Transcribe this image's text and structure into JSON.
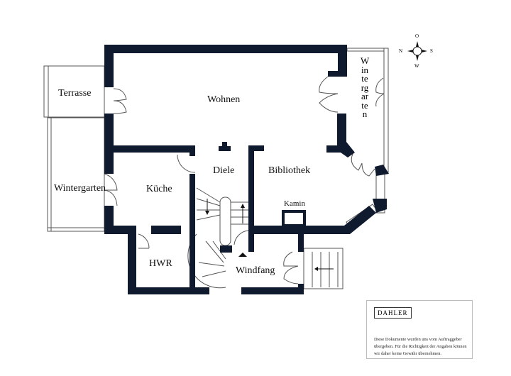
{
  "rooms": {
    "terrasse": "Terrasse",
    "wohnen": "Wohnen",
    "wintergarten_left": "Wintergarten",
    "wintergarten_right": "Wintergarten",
    "kueche": "Küche",
    "diele": "Diele",
    "bibliothek": "Bibliothek",
    "kamin": "Kamin",
    "hwr": "HWR",
    "windfang": "Windfang"
  },
  "compass": {
    "top": "O",
    "left": "N",
    "right": "S",
    "bottom": "W"
  },
  "legend": {
    "brand": "DAHLER",
    "disclaimer": "Diese Dokumente wurden uns vom Auftraggeber übergeben. Für die Richtigkeit der Angaben können wir daher keine Gewähr übernehmen."
  },
  "colors": {
    "wall": "#0f1a2e"
  }
}
